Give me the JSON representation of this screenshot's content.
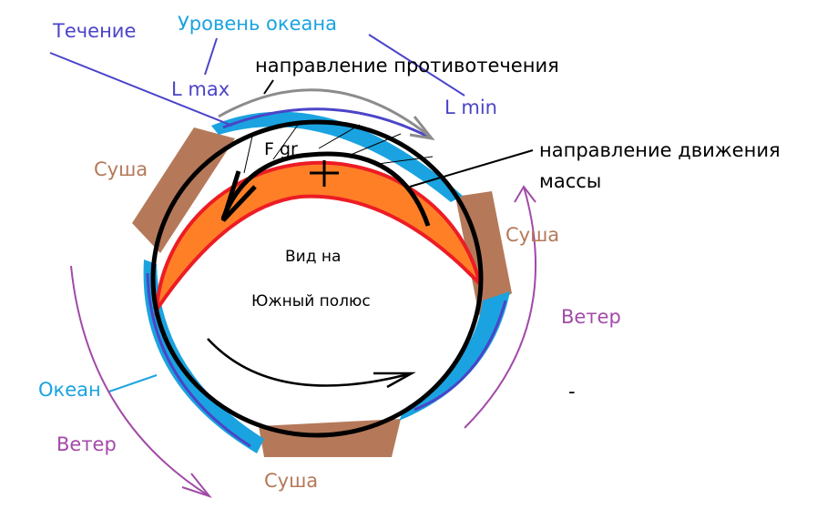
{
  "labels": {
    "current": "Течение",
    "ocean_level": "Уровень океана",
    "l_max": "L max",
    "l_min": "L min",
    "counter_current_direction": "направление противотечения",
    "mass_motion_direction_line1": "направление движения",
    "mass_motion_direction_line2": "массы",
    "force": "F gr",
    "plus": "+",
    "land_top_left": "Суша",
    "land_right": "Суша",
    "land_bottom": "Суша",
    "view_line1": "Вид на",
    "view_line2": "Южный полюс",
    "wind_right": "Ветер",
    "wind_left": "Ветер",
    "ocean": "Океан",
    "dash": "-"
  },
  "colors": {
    "water": "#1aa3e0",
    "current": "#4b44c8",
    "mass": "#ff7f27",
    "mass_edge": "#ed1c24",
    "land": "#b5795a",
    "wind": "#a24aa8",
    "counter_arrow": "#8c8c8c"
  }
}
